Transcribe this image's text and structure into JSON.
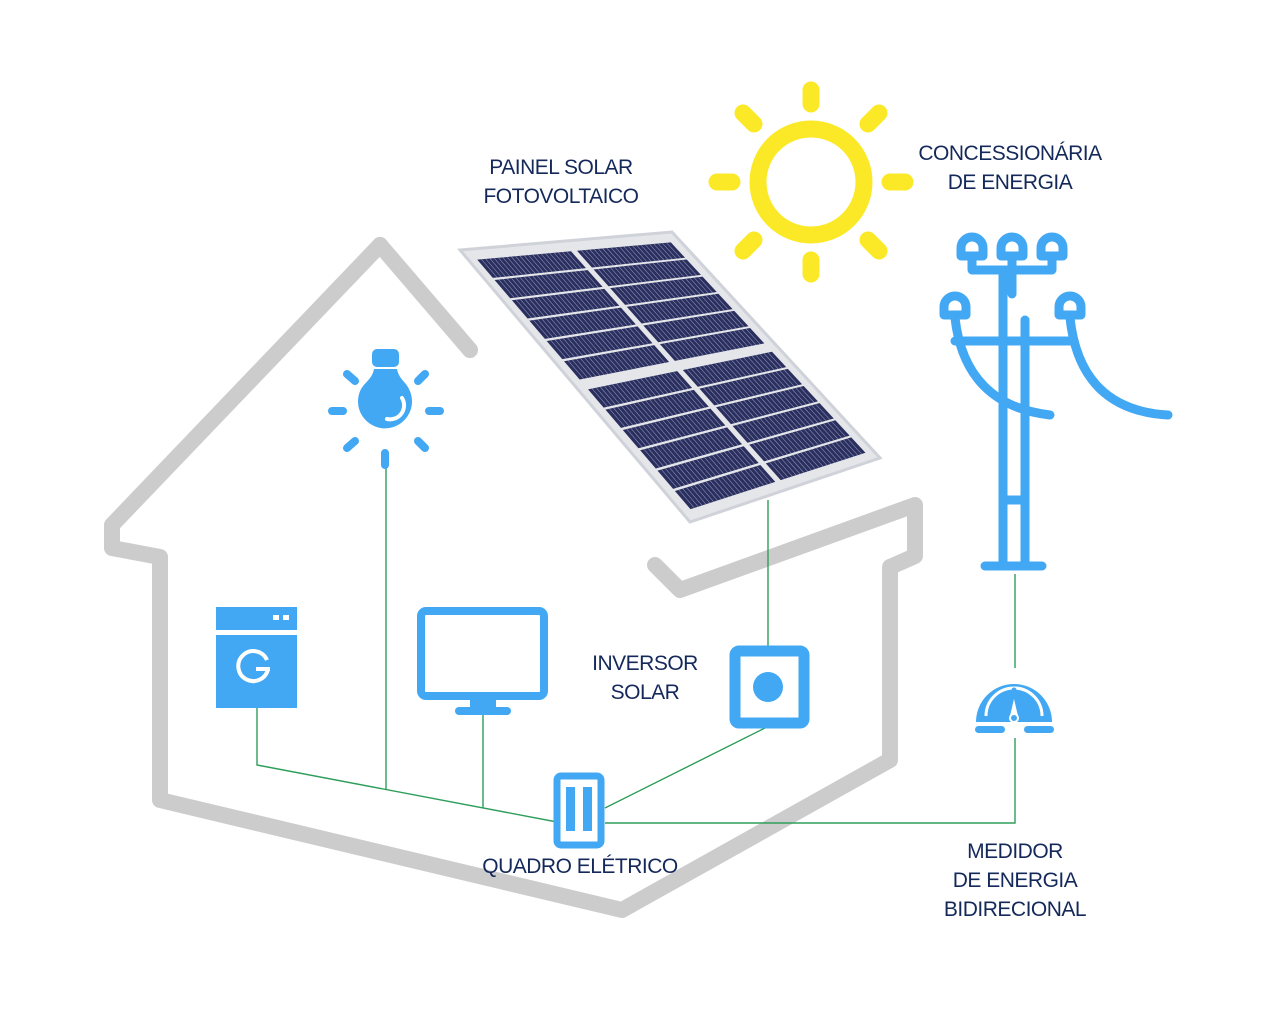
{
  "colors": {
    "house_outline": "#cccccc",
    "icon_blue": "#42a8f3",
    "sun_yellow": "#fbe927",
    "wire_green": "#2e9e5b",
    "label_navy": "#14295a",
    "panel_cell": "#2a2f5e",
    "panel_frame": "#e4e6ea"
  },
  "labels": {
    "solar_panel": [
      "PAINEL SOLAR",
      "FOTOVOLTAICO"
    ],
    "utility": [
      "CONCESSIONÁRIA",
      "DE ENERGIA"
    ],
    "inverter": [
      "INVERSOR",
      "SOLAR"
    ],
    "breaker_panel": [
      "QUADRO ELÉTRICO"
    ],
    "meter": [
      "MEDIDOR",
      "DE ENERGIA",
      "BIDIRECIONAL"
    ]
  },
  "icons": {
    "sun": "sun-icon",
    "solar_panel": "solar-panel-icon",
    "utility_pole": "utility-pole-icon",
    "light_bulb": "light-bulb-icon",
    "washing_machine": "washing-machine-icon",
    "monitor": "monitor-icon",
    "inverter": "inverter-icon",
    "breaker_panel": "breaker-panel-icon",
    "meter": "meter-gauge-icon",
    "house": "house-outline"
  }
}
